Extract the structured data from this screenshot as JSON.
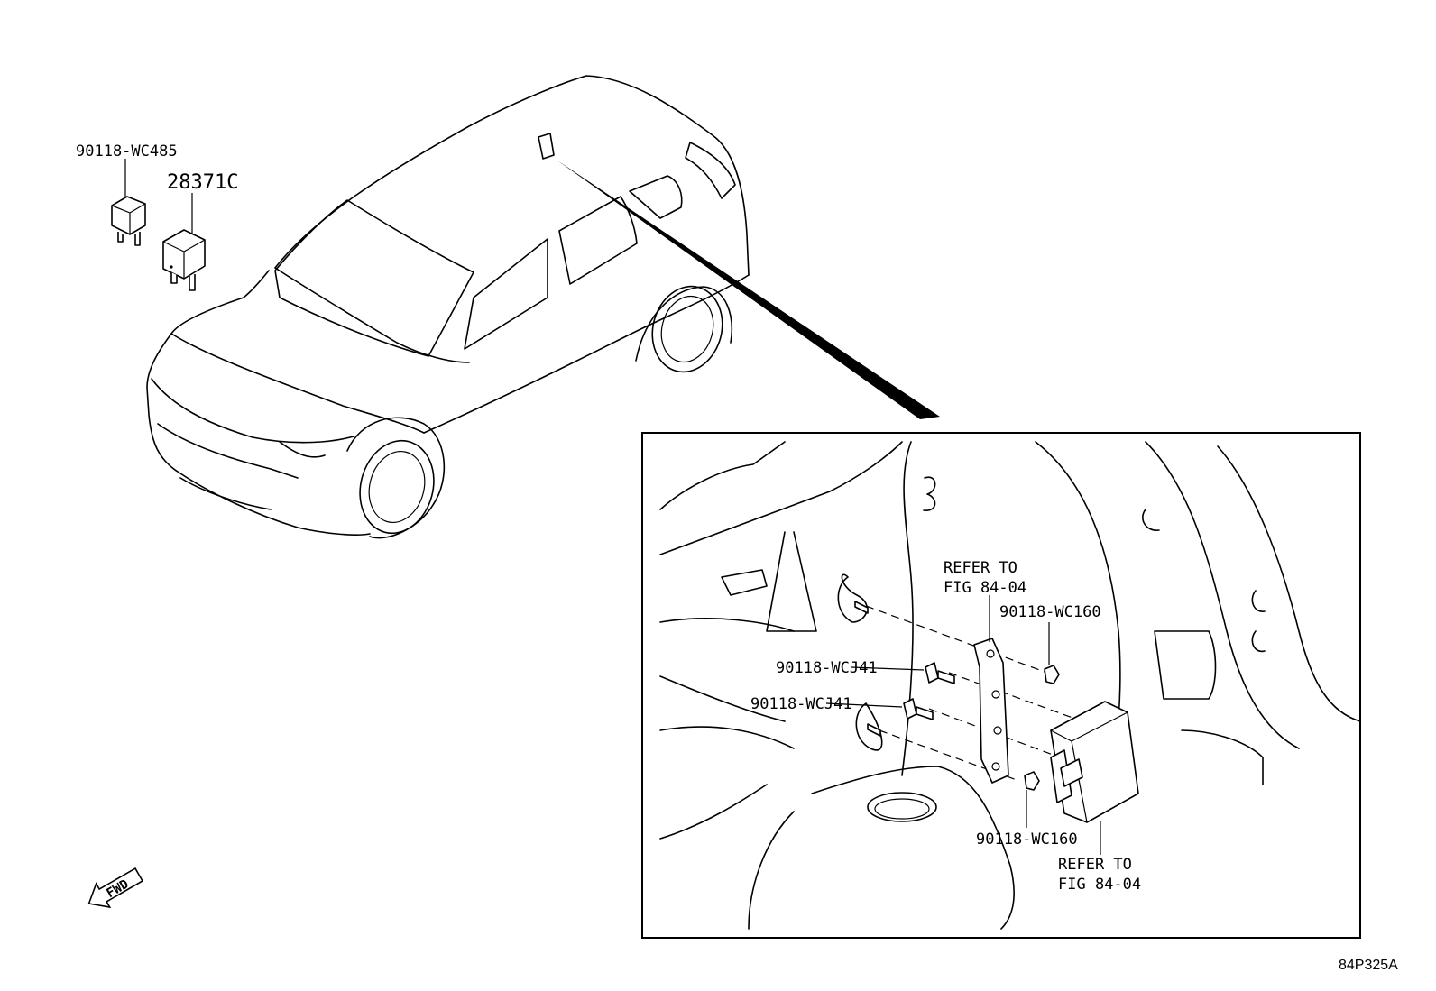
{
  "labels": {
    "relay_bolt": "90118-WC485",
    "relay_part": "28371C",
    "refer_top_1": "REFER TO",
    "refer_top_2": "FIG 84-04",
    "nut_upper": "90118-WC160",
    "bolt_upper": "90118-WCJ41",
    "bolt_lower": "90118-WCJ41",
    "nut_lower": "90118-WC160",
    "refer_bottom_1": "REFER TO",
    "refer_bottom_2": "FIG 84-04",
    "fwd": "FWD",
    "figure_code": "84P325A"
  },
  "icons": [
    "relay-icon",
    "fwd-arrow-icon",
    "bolt-icon",
    "nut-icon",
    "control-module-icon"
  ]
}
